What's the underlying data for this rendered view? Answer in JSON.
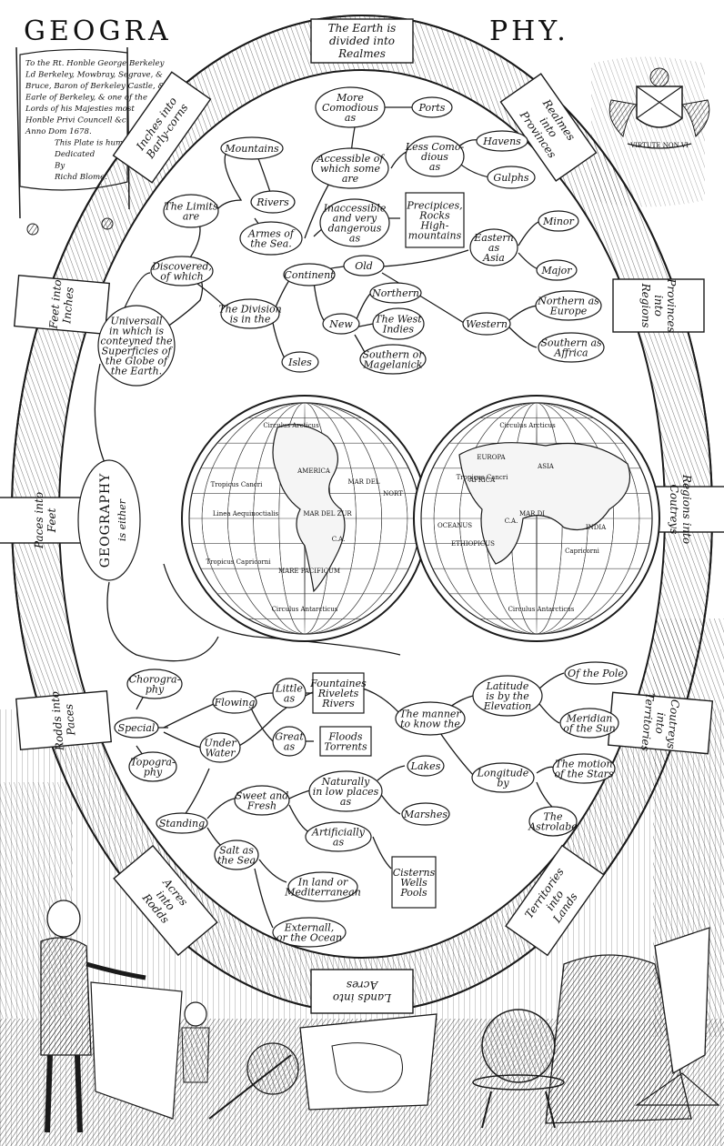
{
  "title": {
    "left": "GEOGRA",
    "right": "PHY."
  },
  "dedication": [
    "To the Rt. Honble George Berkeley",
    "Ld Berkeley, Mowbray, Segrave, &",
    "Bruce, Baron of Berkeley Castle, &",
    "Earle of Berkeley, & one of the",
    "Lords of his Majesties most",
    "Honble Privi Councell &c.",
    "Anno Dom 1678.",
    "This Plate is humbly",
    "Dedicated",
    "By",
    "Richd Blome."
  ],
  "crest_motto": "VIRTUTE NON VI",
  "border_labels": {
    "top": [
      "The Earth is",
      "divided into",
      "Realmes"
    ],
    "top_right": [
      "Realmes",
      "into",
      "Provinces"
    ],
    "right_upper": [
      "Provinces",
      "into",
      "Regions"
    ],
    "right_mid": [
      "Regions into",
      "Coutreys"
    ],
    "right_lower": [
      "Coutreys",
      "into",
      "Territories"
    ],
    "bottom_right": [
      "Territories",
      "into",
      "Lands"
    ],
    "bottom": [
      "Lands into",
      "Acres"
    ],
    "bottom_left": [
      "Acres",
      "into",
      "Rodds"
    ],
    "left_lower": [
      "Rodds into",
      "Paces"
    ],
    "left_mid": [
      "Paces into",
      "Feet"
    ],
    "left_upper": [
      "Feet into",
      "Inches"
    ],
    "top_left": [
      "Inches into",
      "Barly-corns"
    ]
  },
  "center": {
    "geography": [
      "GEOGRAPHY",
      "is either"
    ],
    "universall": [
      "Universall",
      "in which is",
      "conteyned the",
      "Superficies of",
      "the Globe of",
      "the Earth."
    ]
  },
  "upper_tree": {
    "discovered": [
      "Discovered,",
      "of which"
    ],
    "limits": [
      "The Limits",
      "are"
    ],
    "mountains": [
      "Mountains"
    ],
    "rivers": [
      "Rivers"
    ],
    "armes": [
      "Armes of",
      "the Sea."
    ],
    "accessible": [
      "Accessible of",
      "which some",
      "are"
    ],
    "more_commodious": [
      "More",
      "Comodious",
      "as"
    ],
    "ports": [
      "Ports"
    ],
    "less_commodious": [
      "Less Como-",
      "dious",
      "as"
    ],
    "havens": [
      "Havens"
    ],
    "gulphs": [
      "Gulphs"
    ],
    "inaccessible": [
      "Inaccessible",
      "and very",
      "dangerous",
      "as"
    ],
    "precipices": [
      "Precipices,",
      "Rocks",
      "High-",
      "mountains"
    ],
    "division": [
      "The Division",
      "is in the"
    ],
    "continent": [
      "Continent"
    ],
    "isles": [
      "Isles"
    ],
    "old": [
      "Old"
    ],
    "new": [
      "New"
    ],
    "eastern_asia": [
      "Eastern",
      "as",
      "Asia"
    ],
    "minor": [
      "Minor"
    ],
    "major": [
      "Major"
    ],
    "western": [
      "Western"
    ],
    "northern_europe": [
      "Northern as",
      "Europe"
    ],
    "southern_africa": [
      "Southern as",
      "Affrica"
    ],
    "northern": [
      "Northern"
    ],
    "west_indies": [
      "The West",
      "Indies"
    ],
    "southern_magelanick": [
      "Southern or",
      "Magelanick"
    ]
  },
  "lower_tree": {
    "chorography": [
      "Chorogra-",
      "phy"
    ],
    "special": [
      "Special"
    ],
    "topography": [
      "Topogra-",
      "phy"
    ],
    "flowing": [
      "Flowing"
    ],
    "under_water": [
      "Under",
      "Water"
    ],
    "little_as": [
      "Little",
      "as"
    ],
    "fountaines": [
      "Fountaines",
      "Rivelets",
      "Rivers"
    ],
    "great_as": [
      "Great",
      "as"
    ],
    "floods": [
      "Floods",
      "Torrents"
    ],
    "standing": [
      "Standing"
    ],
    "sweet_fresh": [
      "Sweet and",
      "Fresh"
    ],
    "naturally": [
      "Naturally",
      "in low places",
      "as"
    ],
    "lakes": [
      "Lakes"
    ],
    "marshes": [
      "Marshes"
    ],
    "artificially": [
      "Artificially",
      "as"
    ],
    "cisterns": [
      "Cisterns",
      "Wells",
      "Pools"
    ],
    "salt_sea": [
      "Salt as",
      "the Sea"
    ],
    "inland": [
      "In land or",
      "Mediterranean"
    ],
    "externall": [
      "Externall,",
      "or the Ocean"
    ],
    "manner": [
      "The manner",
      "to know the"
    ],
    "latitude": [
      "Latitude",
      "is by the",
      "Elevation"
    ],
    "of_the_pole": [
      "Of the Pole"
    ],
    "meridian": [
      "Meridian",
      "of the Sun"
    ],
    "longitude": [
      "Longitude",
      "by"
    ],
    "motion_stars": [
      "The motion",
      "of the Stars"
    ],
    "astrolabe": [
      "The",
      "Astrolabe"
    ]
  },
  "globes": {
    "west": {
      "circulus_arcticus": "Circulus Arcticus",
      "tropicus_cancri": "Tropicus Cancri",
      "linea_aequinoctialis": "Linea Aequinoctialis",
      "tropicus_capricorni": "Tropicus Capricorni",
      "circulus_antarcticus": "Circulus Antarcticus",
      "labels": [
        "AMERICA",
        "MAR DEL",
        "NORT",
        "MAR DEL ZUR",
        "C.A.",
        "MARE PACIFICUM"
      ]
    },
    "east": {
      "circulus_arcticus": "Circulus Arcticus",
      "tropicus_cancri": "Tropicus Cancri",
      "capricorni": "Capricorni",
      "circulus_antarcticus": "Circulus Antarcticus",
      "labels": [
        "EUROPA",
        "ASIA",
        "AFRICA",
        "MAR DI",
        "INDIA",
        "OCEANUS",
        "ETHIOPICUS",
        "C.A."
      ]
    }
  }
}
